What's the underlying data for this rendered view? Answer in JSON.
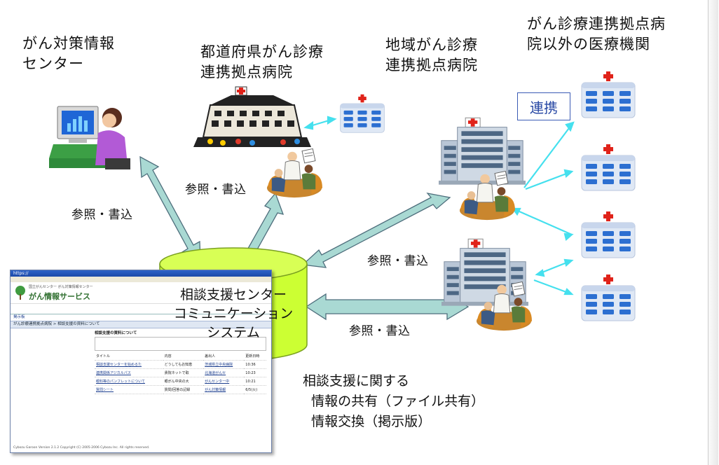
{
  "labels": {
    "gan_center": "がん対策情報\nセンター",
    "pref_hospital": "都道府県がん診療\n連携拠点病院",
    "area_hospital": "地域がん診療\n連携拠点病院",
    "other_hospital": "がん診療連携拠点病\n院以外の医療機関",
    "renkei": "連携",
    "ref_write_1": "参照・書込",
    "ref_write_2": "参照・書込",
    "ref_write_3": "参照・書込",
    "ref_write_4": "参照・書込",
    "system": "相談支援センター\nコミュニケーション\nシステム",
    "notes": [
      "相談支援に関する",
      "  情報の共有（ファイル共有）",
      "  情報交換（掲示版）"
    ]
  },
  "screenshot": {
    "window_title": "https://",
    "brand_name": "がん情報サービス",
    "brand_sub": "国立がんセンター がん対策情報センター",
    "breadcrumb": "がん診療連携拠点病院 > 相談支援の資料について",
    "board_label": "掲示板",
    "section_title": "相談支援の資料について",
    "table_head": [
      "タイトル",
      "内容",
      "差出人",
      "更新日時"
    ],
    "rows": [
      [
        "相談支援センターを始めるた",
        "どうしてもお知恵",
        "茨城県立中央病院",
        "10:36"
      ],
      [
        "連携関係アジカルパス",
        "貴院ネットで取",
        "北海道がんセ",
        "10:23"
      ],
      [
        "眼科等のパンフレットについて",
        "眼がん中央の大",
        "がんセンター中",
        "10:21"
      ],
      [
        "質問シート",
        "質問/回答の記録",
        "がん対策情報",
        "6/5(火)"
      ]
    ],
    "footer": "Cybozu Garoon Version 2.1.2   Copyright (C) 2005-2006 Cybozu Inc. All rights reserved."
  },
  "colors": {
    "arrow_fill": "#a9d9d3",
    "arrow_stroke": "#4e6e7c",
    "link_line": "#45e0ee",
    "cylinder_fill": "#ccff33",
    "hospital_blue": "#2c6fd1",
    "hospital_red": "#e0231a"
  }
}
